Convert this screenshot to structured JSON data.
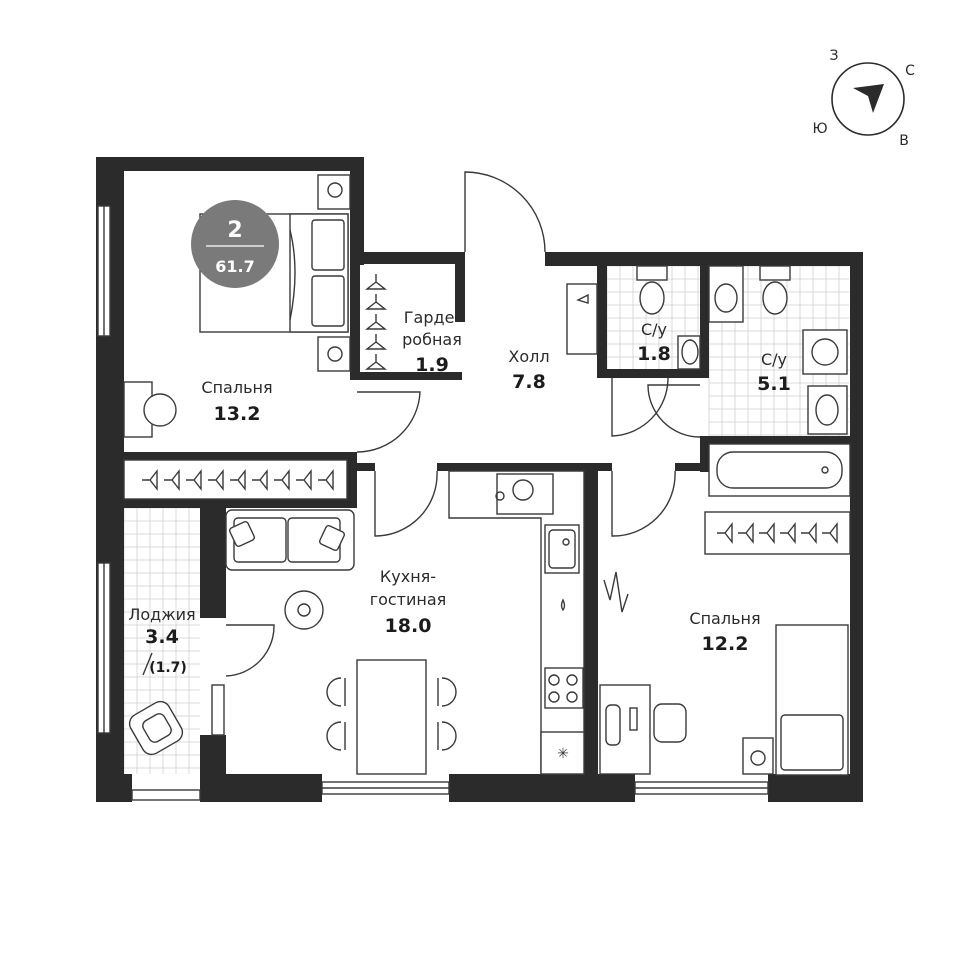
{
  "badge": {
    "rooms": "2",
    "total_area": "61.7"
  },
  "compass": {
    "north": "С",
    "east": "В",
    "south": "Ю",
    "west": "З"
  },
  "rooms": {
    "bedroom1": {
      "name": "Спальня",
      "area": "13.2"
    },
    "wardrobe": {
      "name_line1": "Гарде-",
      "name_line2": "робная",
      "area": "1.9"
    },
    "hall": {
      "name": "Холл",
      "area": "7.8"
    },
    "bath_small": {
      "name": "С/у",
      "area": "1.8"
    },
    "bath_large": {
      "name": "С/у",
      "area": "5.1"
    },
    "kitchen": {
      "name_line1": "Кухня-",
      "name_line2": "гостиная",
      "area": "18.0"
    },
    "loggia": {
      "name": "Лоджия",
      "area": "3.4",
      "reduced_area": "(1.7)"
    },
    "bedroom2": {
      "name": "Спальня",
      "area": "12.2"
    }
  },
  "colors": {
    "wall": "#2b2b2b",
    "badge": "#7a7a7a",
    "accent": "#1f1f1f"
  }
}
